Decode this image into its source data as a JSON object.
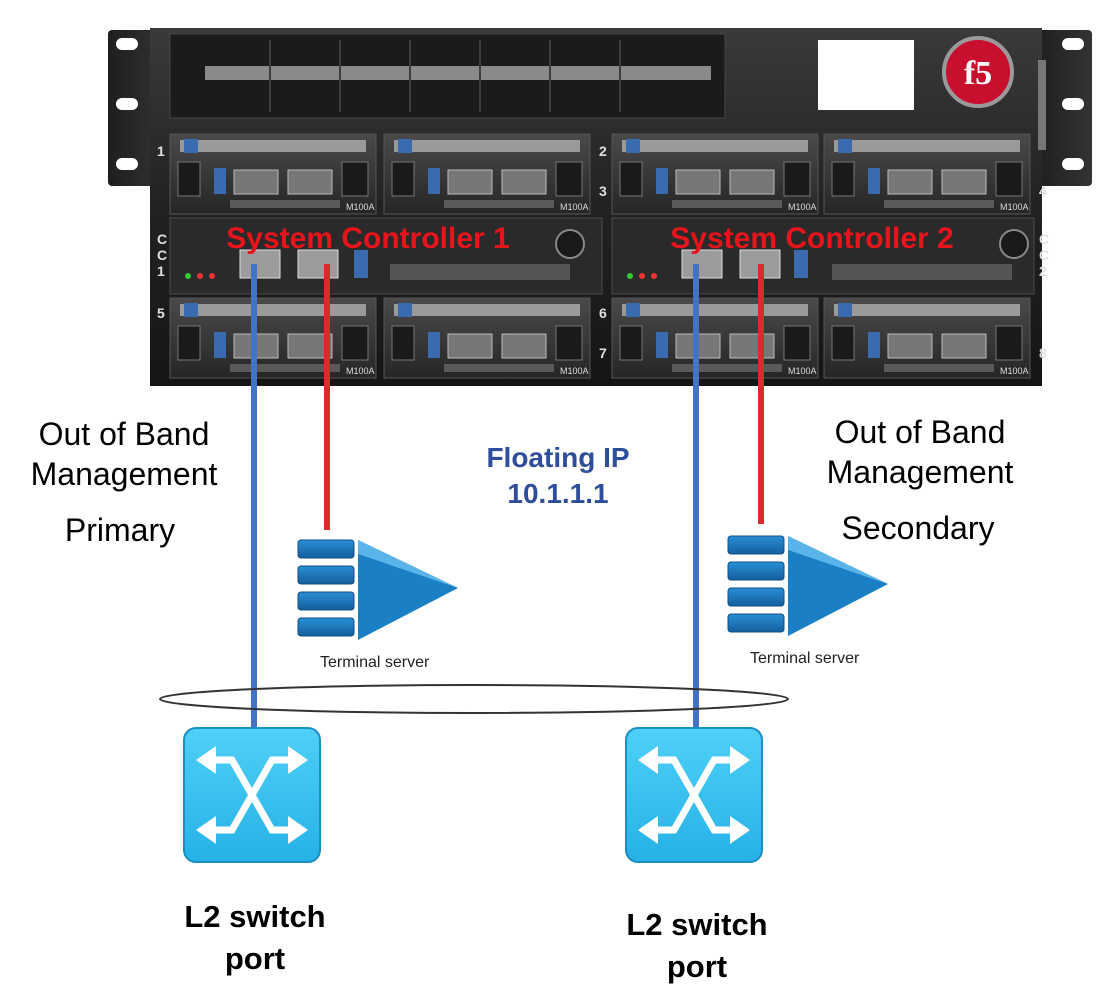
{
  "chassis": {
    "brand_logo": "f5",
    "slot_numbers": [
      "1",
      "2",
      "3",
      "4",
      "5",
      "6",
      "7",
      "8"
    ],
    "cc1_label": [
      "C",
      "C",
      "1"
    ],
    "cc2_label": [
      "C",
      "C",
      "2"
    ],
    "blade_model": "M100A",
    "controllers": [
      {
        "name": "System Controller 1"
      },
      {
        "name": "System Controller 2"
      }
    ]
  },
  "labels": {
    "oob_left_line1": "Out of Band",
    "oob_left_line2": "Management",
    "oob_left_role": "Primary",
    "oob_right_line1": "Out of Band",
    "oob_right_line2": "Management",
    "oob_right_role": "Secondary",
    "floating_ip_title": "Floating IP",
    "floating_ip_value": "10.1.1.1",
    "terminal_server_left": "Terminal server",
    "terminal_server_right": "Terminal server",
    "switch_left_line1": "L2 switch",
    "switch_left_line2": "port",
    "switch_right_line1": "L2 switch",
    "switch_right_line2": "port"
  },
  "colors": {
    "management_link": "#4472c4",
    "console_link": "#d92b2b",
    "controller_label": "#e8141b",
    "floating_ip": "#2e4d9a",
    "switch_fill": "#39c2f0",
    "terminal_server": "#1a7fc4"
  },
  "icons": {
    "switch": "l2-switch-icon",
    "terminal_server": "terminal-server-icon",
    "logo": "f5-logo"
  }
}
